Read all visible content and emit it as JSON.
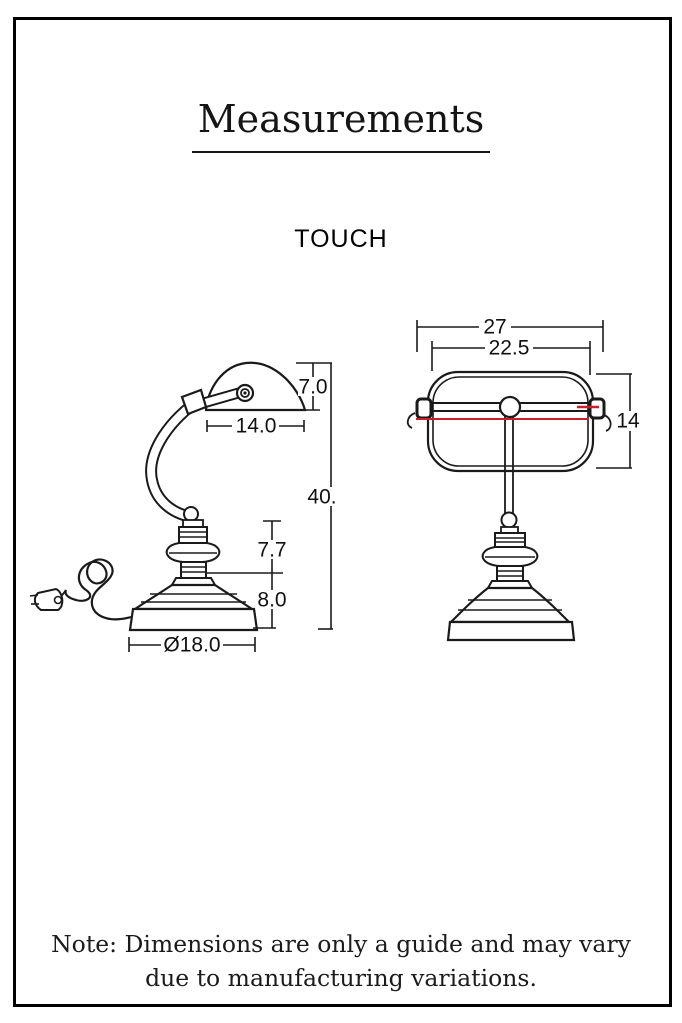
{
  "page": {
    "title": "Measurements",
    "subtitle": "TOUCH",
    "note": {
      "line1": "Note: Dimensions are only a guide and may vary",
      "line2": "due to manufacturing variations."
    }
  },
  "colors": {
    "line": "#1a1a1a",
    "highlight_red": "#c8202a",
    "background": "#ffffff",
    "border": "#000000"
  },
  "diagram": {
    "side_view": {
      "shade_height": "7.0",
      "shade_width": "14.0",
      "total_height": "40.",
      "stem_section_height": "7.7",
      "base_section_height": "8.0",
      "base_diameter": "Ø18.0"
    },
    "front_view": {
      "overall_width": "27",
      "shade_width": "22.5",
      "shade_height": "14"
    }
  }
}
